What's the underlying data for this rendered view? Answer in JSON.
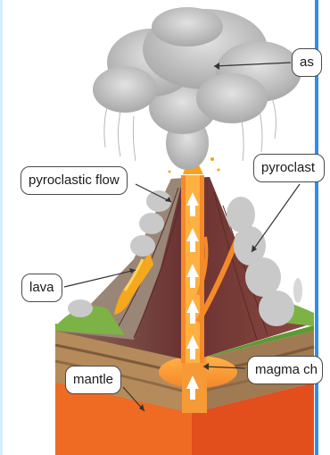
{
  "labels": {
    "ash": "as",
    "pyroclastic_flow_left": "pyroclastic flow",
    "pyroclastic_flow_right": "pyroclast",
    "lava": "lava",
    "mantle": "mantle",
    "magma_chamber": "magma ch"
  },
  "colors": {
    "left_edge": "#cfe6ff",
    "right_edge": "#2f8fe8",
    "mantle": "#f0641e",
    "magma": "#f5a23c",
    "cone": "#7a3f3a",
    "ash": "#bdbdbd",
    "grass": "#6aa83a"
  }
}
